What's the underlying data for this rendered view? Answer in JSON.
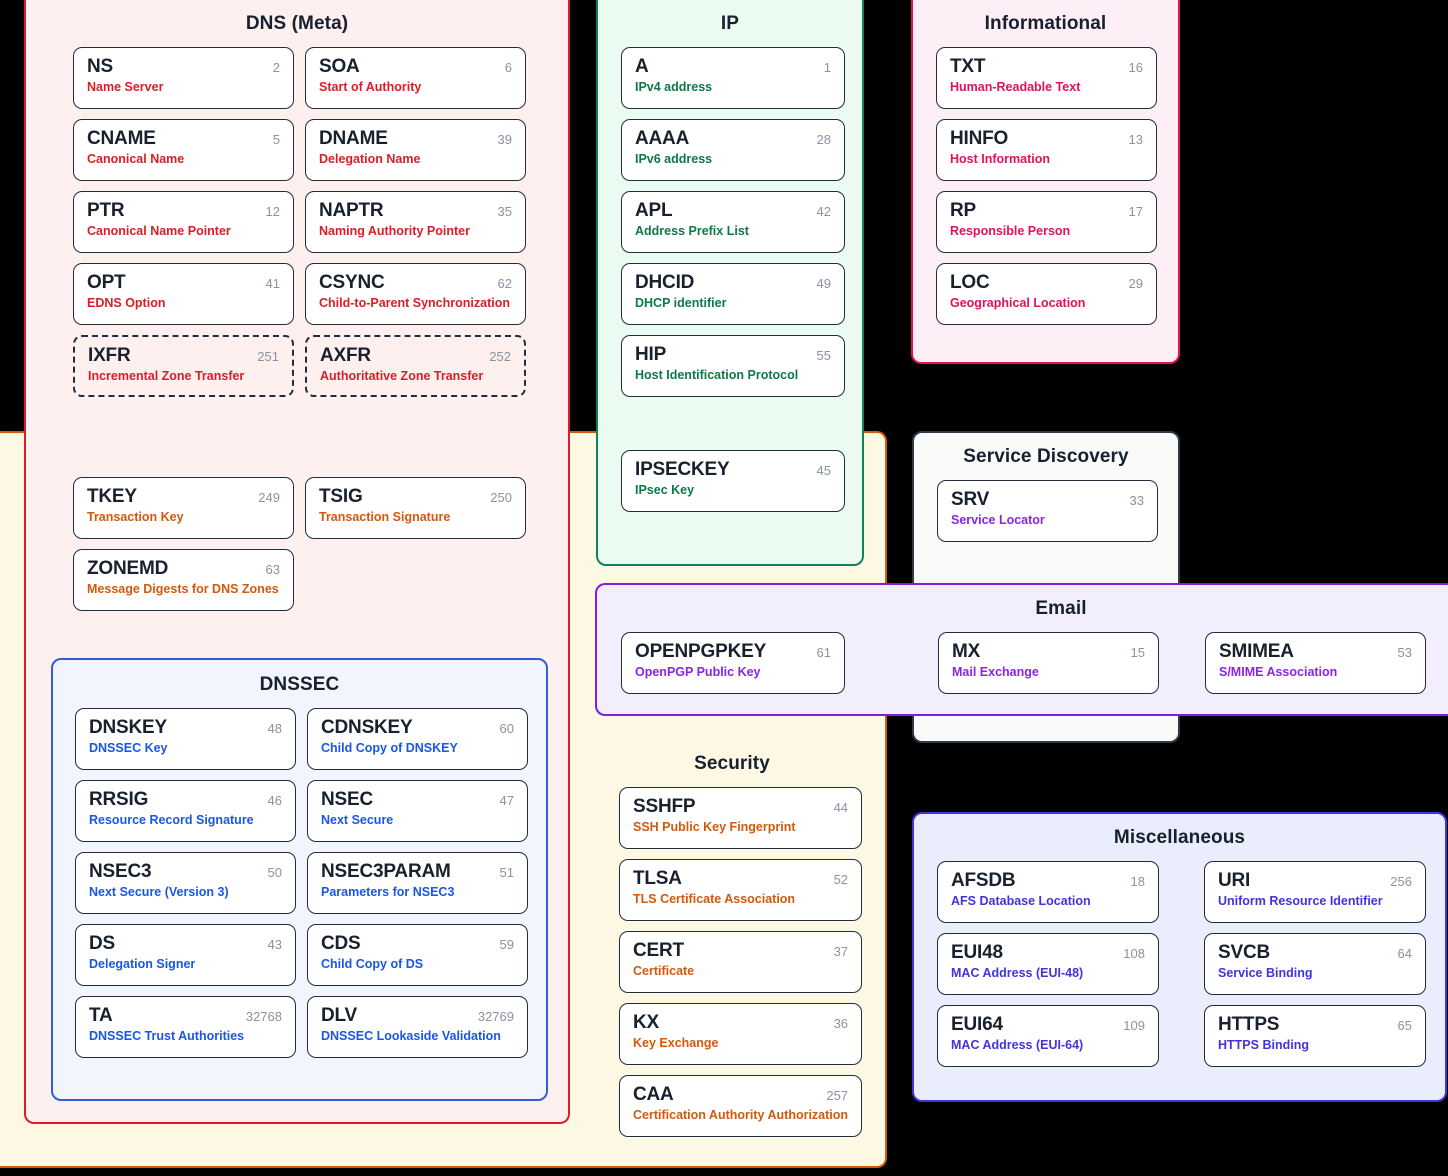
{
  "sections": {
    "dns_meta": {
      "title": "DNS (Meta)",
      "accent": "#d81f26",
      "bg": "#fdf0ef",
      "records": [
        {
          "name": "NS",
          "num": "2",
          "desc": "Name Server"
        },
        {
          "name": "SOA",
          "num": "6",
          "desc": "Start of Authority"
        },
        {
          "name": "CNAME",
          "num": "5",
          "desc": "Canonical Name"
        },
        {
          "name": "DNAME",
          "num": "39",
          "desc": "Delegation Name"
        },
        {
          "name": "PTR",
          "num": "12",
          "desc": "Canonical Name Pointer"
        },
        {
          "name": "NAPTR",
          "num": "35",
          "desc": "Naming Authority Pointer"
        },
        {
          "name": "OPT",
          "num": "41",
          "desc": "EDNS Option"
        },
        {
          "name": "CSYNC",
          "num": "62",
          "desc": "Child-to-Parent Synchronization"
        },
        {
          "name": "IXFR",
          "num": "251",
          "desc": "Incremental Zone Transfer",
          "dashed": true
        },
        {
          "name": "AXFR",
          "num": "252",
          "desc": "Authoritative Zone Transfer",
          "dashed": true
        }
      ]
    },
    "transaction": {
      "accent": "#d2590e",
      "records": [
        {
          "name": "TKEY",
          "num": "249",
          "desc": "Transaction Key"
        },
        {
          "name": "TSIG",
          "num": "250",
          "desc": "Transaction Signature"
        },
        {
          "name": "ZONEMD",
          "num": "63",
          "desc": "Message Digests for DNS Zones"
        }
      ]
    },
    "dnssec": {
      "title": "DNSSEC",
      "accent": "#1a56e8",
      "bg": "#f2f5fd",
      "border": "#2f5fd6",
      "records": [
        {
          "name": "DNSKEY",
          "num": "48",
          "desc": "DNSSEC Key"
        },
        {
          "name": "CDNSKEY",
          "num": "60",
          "desc": "Child Copy of DNSKEY"
        },
        {
          "name": "RRSIG",
          "num": "46",
          "desc": "Resource Record Signature"
        },
        {
          "name": "NSEC",
          "num": "47",
          "desc": "Next Secure"
        },
        {
          "name": "NSEC3",
          "num": "50",
          "desc": "Next Secure (Version 3)"
        },
        {
          "name": "NSEC3PARAM",
          "num": "51",
          "desc": "Parameters for NSEC3"
        },
        {
          "name": "DS",
          "num": "43",
          "desc": "Delegation Signer"
        },
        {
          "name": "CDS",
          "num": "59",
          "desc": "Child Copy of DS"
        },
        {
          "name": "TA",
          "num": "32768",
          "desc": "DNSSEC Trust Authorities"
        },
        {
          "name": "DLV",
          "num": "32769",
          "desc": "DNSSEC Lookaside Validation"
        }
      ]
    },
    "ip": {
      "title": "IP",
      "accent": "#0d7a४7",
      "accent_fixed": "#0b7a46",
      "bg": "#eafbf2",
      "border": "#12815a",
      "records": [
        {
          "name": "A",
          "num": "1",
          "desc": "IPv4 address"
        },
        {
          "name": "AAAA",
          "num": "28",
          "desc": "IPv6 address"
        },
        {
          "name": "APL",
          "num": "42",
          "desc": "Address Prefix List"
        },
        {
          "name": "DHCID",
          "num": "49",
          "desc": "DHCP identifier"
        },
        {
          "name": "HIP",
          "num": "55",
          "desc": "Host Identification Protocol"
        }
      ],
      "records_lower": [
        {
          "name": "IPSECKEY",
          "num": "45",
          "desc": "IPsec Key"
        }
      ]
    },
    "informational": {
      "title": "Informational",
      "accent": "#e0125b",
      "bg": "#fdeff5",
      "border": "#e0125b",
      "records": [
        {
          "name": "TXT",
          "num": "16",
          "desc": "Human-Readable Text"
        },
        {
          "name": "HINFO",
          "num": "13",
          "desc": "Host Information"
        },
        {
          "name": "RP",
          "num": "17",
          "desc": "Responsible Person"
        },
        {
          "name": "LOC",
          "num": "29",
          "desc": "Geographical Location"
        }
      ]
    },
    "service_discovery": {
      "title": "Service Discovery",
      "accent": "#8b23e8",
      "bg": "#fafafa",
      "border": "#2f3a4a",
      "records": [
        {
          "name": "SRV",
          "num": "33",
          "desc": "Service Locator"
        }
      ]
    },
    "email": {
      "title": "Email",
      "accent": "#8b23e8",
      "bg": "#f3eefd",
      "border": "#7b1fe0",
      "records": [
        {
          "name": "OPENPGPKEY",
          "num": "61",
          "desc": "OpenPGP Public Key"
        },
        {
          "name": "MX",
          "num": "15",
          "desc": "Mail Exchange"
        },
        {
          "name": "SMIMEA",
          "num": "53",
          "desc": "S/MIME Association"
        }
      ]
    },
    "security": {
      "title": "Security",
      "accent": "#d2590e",
      "bg": "#fdf8e3",
      "border": "#d2590e",
      "records": [
        {
          "name": "SSHFP",
          "num": "44",
          "desc": "SSH Public Key Fingerprint"
        },
        {
          "name": "TLSA",
          "num": "52",
          "desc": "TLS Certificate Association"
        },
        {
          "name": "CERT",
          "num": "37",
          "desc": "Certificate"
        },
        {
          "name": "KX",
          "num": "36",
          "desc": "Key Exchange"
        },
        {
          "name": "CAA",
          "num": "257",
          "desc": "Certification Authority Authorization"
        }
      ]
    },
    "miscellaneous": {
      "title": "Miscellaneous",
      "accent": "#4233e0",
      "bg": "#eaeefc",
      "border": "#4233e0",
      "records": [
        {
          "name": "AFSDB",
          "num": "18",
          "desc": "AFS Database Location"
        },
        {
          "name": "URI",
          "num": "256",
          "desc": "Uniform Resource Identifier"
        },
        {
          "name": "EUI48",
          "num": "108",
          "desc": "MAC Address (EUI-48)"
        },
        {
          "name": "SVCB",
          "num": "64",
          "desc": "Service Binding"
        },
        {
          "name": "EUI64",
          "num": "109",
          "desc": "MAC Address (EUI-64)"
        },
        {
          "name": "HTTPS",
          "num": "65",
          "desc": "HTTPS Binding"
        }
      ]
    }
  }
}
